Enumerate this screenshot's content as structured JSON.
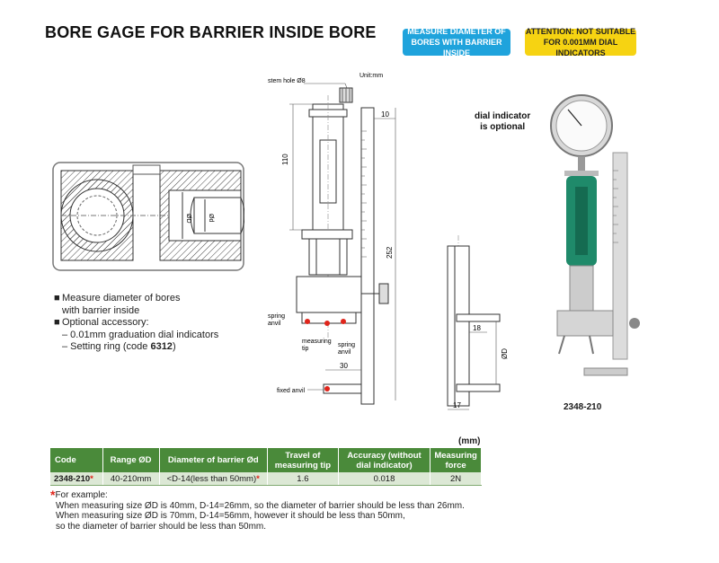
{
  "title": "BORE GAGE FOR BARRIER INSIDE BORE",
  "badges": {
    "blue": [
      "MEASURE DIAMETER OF",
      "BORES WITH BARRIER INSIDE"
    ],
    "yellow": [
      "ATTENTION: NOT SUITABLE",
      "FOR 0.001MM DIAL INDICATORS"
    ]
  },
  "drawing": {
    "unit": "Unit:mm",
    "stem_hole": "stem hole Ø8",
    "dim_110": "110",
    "dim_10": "10",
    "dim_252": "252",
    "dim_30": "30",
    "dim_18": "18",
    "dim_17": "17",
    "dim_D": "ØD",
    "dim_d": "Ød",
    "spring_anvil_1": [
      "spring",
      "anvil"
    ],
    "measuring_tip": [
      "measuring",
      "tip"
    ],
    "spring_anvil_2": [
      "spring",
      "anvil"
    ],
    "fixed_anvil": "fixed anvil"
  },
  "photo": {
    "dial_note": [
      "dial indicator",
      "is optional"
    ],
    "caption": "2348-210"
  },
  "features": {
    "bullet": "■",
    "item1": [
      "Measure diameter of bores",
      "with barrier inside"
    ],
    "item2": "Optional accessory:",
    "sub1": "– 0.01mm graduation dial indicators",
    "sub2_prefix": "– Setting ring (code ",
    "sub2_code": "6312",
    "sub2_suffix": ")"
  },
  "table": {
    "unit": "(mm)",
    "headers": [
      "Code",
      "Range ØD",
      "Diameter of barrier Ød",
      "Travel of measuring tip",
      "Accuracy (without dial indicator)",
      "Measuring force"
    ],
    "row": {
      "code": "2348-210",
      "range": "40-210mm",
      "barrier": "<D-14(less than 50mm)",
      "travel": "1.6",
      "accuracy": "0.018",
      "force": "2N"
    },
    "star": "*"
  },
  "notes": {
    "star": "*",
    "heading": "For example:",
    "lines": [
      "When measuring size ØD is 40mm, D-14=26mm, so the diameter of barrier should be less than 26mm.",
      "When measuring size ØD is 70mm, D-14=56mm, however it should be less than 50mm,",
      "so the diameter of barrier should be less than 50mm."
    ]
  }
}
